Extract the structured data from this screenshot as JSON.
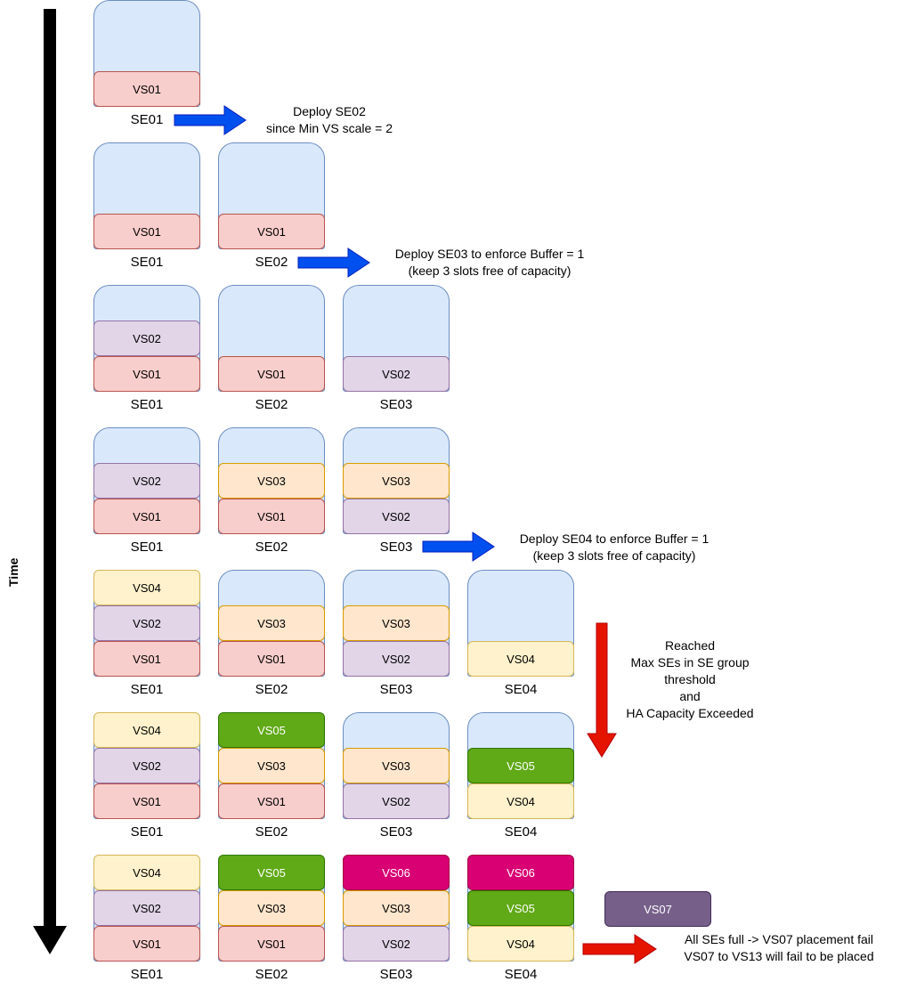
{
  "axis": {
    "label": "Time"
  },
  "colors": {
    "se_fill": "#dae8fc",
    "se_stroke": "#6c8ebf",
    "vs_stroke_default": "#b85450",
    "arrow_blue": "#0050ef",
    "arrow_red": "#e51400",
    "VS01": "#f8cecc",
    "VS02": "#e1d5e7",
    "VS03": "#ffe6cc",
    "VS04": "#fff2cc",
    "VS05": "#60a917",
    "VS06": "#d80073",
    "VS07": "#76608a"
  },
  "steps": [
    {
      "se": [
        {
          "name": "SE01",
          "vs": [
            "VS01"
          ]
        }
      ]
    },
    {
      "se": [
        {
          "name": "SE01",
          "vs": [
            "VS01"
          ]
        },
        {
          "name": "SE02",
          "vs": [
            "VS01"
          ]
        }
      ]
    },
    {
      "se": [
        {
          "name": "SE01",
          "vs": [
            "VS01",
            "VS02"
          ]
        },
        {
          "name": "SE02",
          "vs": [
            "VS01"
          ]
        },
        {
          "name": "SE03",
          "vs": [
            "VS02"
          ]
        }
      ]
    },
    {
      "se": [
        {
          "name": "SE01",
          "vs": [
            "VS01",
            "VS02"
          ]
        },
        {
          "name": "SE02",
          "vs": [
            "VS01",
            "VS03"
          ]
        },
        {
          "name": "SE03",
          "vs": [
            "VS02",
            "VS03"
          ]
        }
      ]
    },
    {
      "se": [
        {
          "name": "SE01",
          "vs": [
            "VS01",
            "VS02",
            "VS04"
          ]
        },
        {
          "name": "SE02",
          "vs": [
            "VS01",
            "VS03"
          ]
        },
        {
          "name": "SE03",
          "vs": [
            "VS02",
            "VS03"
          ]
        },
        {
          "name": "SE04",
          "vs": [
            "VS04"
          ]
        }
      ]
    },
    {
      "se": [
        {
          "name": "SE01",
          "vs": [
            "VS01",
            "VS02",
            "VS04"
          ]
        },
        {
          "name": "SE02",
          "vs": [
            "VS01",
            "VS03",
            "VS05"
          ]
        },
        {
          "name": "SE03",
          "vs": [
            "VS02",
            "VS03"
          ]
        },
        {
          "name": "SE04",
          "vs": [
            "VS04",
            "VS05"
          ]
        }
      ]
    },
    {
      "se": [
        {
          "name": "SE01",
          "vs": [
            "VS01",
            "VS02",
            "VS04"
          ]
        },
        {
          "name": "SE02",
          "vs": [
            "VS01",
            "VS03",
            "VS05"
          ]
        },
        {
          "name": "SE03",
          "vs": [
            "VS02",
            "VS03",
            "VS06"
          ]
        },
        {
          "name": "SE04",
          "vs": [
            "VS04",
            "VS05",
            "VS06"
          ]
        }
      ]
    }
  ],
  "pending_vs": "VS07",
  "notes": [
    {
      "lines": [
        "Deploy SE02",
        "since Min VS scale = 2"
      ]
    },
    {
      "lines": [
        "Deploy SE03 to enforce Buffer = 1",
        "(keep 3 slots free of capacity)"
      ]
    },
    {
      "lines": [
        "Deploy SE04 to enforce Buffer = 1",
        "(keep 3 slots free of capacity)"
      ]
    },
    {
      "lines": [
        "Reached",
        "Max SEs in SE group",
        "threshold",
        "and",
        "HA Capacity Exceeded"
      ]
    },
    {
      "lines": [
        "All SEs full -> VS07 placement fail",
        "VS07 to VS13 will fail to be placed"
      ]
    }
  ]
}
